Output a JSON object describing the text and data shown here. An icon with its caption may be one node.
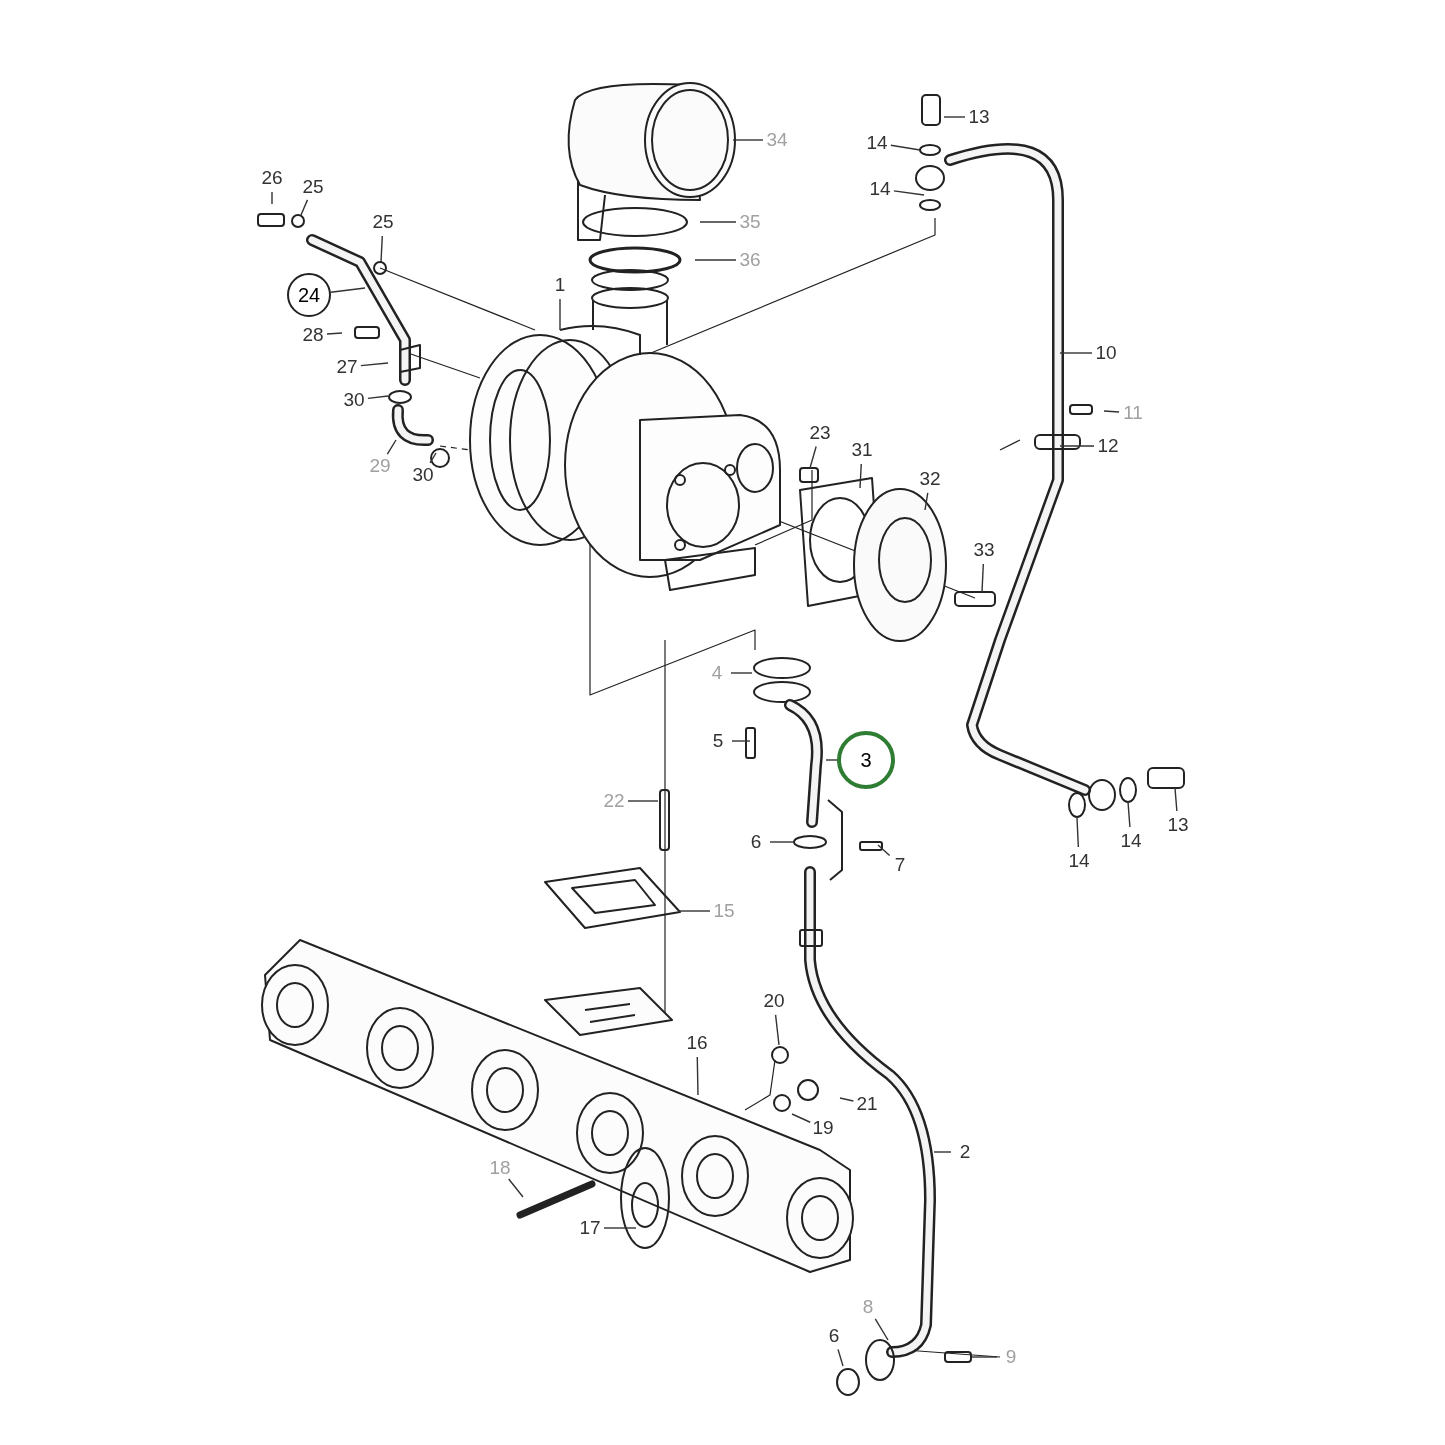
{
  "diagram": {
    "nodes": [
      {
        "text": [
          "13"
        ]
      },
      {
        "text": [
          "34"
        ]
      },
      {
        "text": [
          "14"
        ]
      },
      {
        "text": [
          "26"
        ]
      },
      {
        "text": [
          "25"
        ]
      },
      {
        "text": [
          "14"
        ]
      },
      {
        "text": [
          "25"
        ]
      },
      {
        "text": [
          "35"
        ]
      },
      {
        "text": [
          "36"
        ]
      },
      {
        "text": [
          "1"
        ]
      },
      {
        "text": [
          "24"
        ]
      },
      {
        "text": [
          "28"
        ]
      },
      {
        "text": [
          "10"
        ]
      },
      {
        "text": [
          "27"
        ]
      },
      {
        "text": [
          "30"
        ]
      },
      {
        "text": [
          "11"
        ]
      },
      {
        "text": [
          "23"
        ]
      },
      {
        "text": [
          "12"
        ]
      },
      {
        "text": [
          "31"
        ]
      },
      {
        "text": [
          "29"
        ]
      },
      {
        "text": [
          "30"
        ]
      },
      {
        "text": [
          "32"
        ]
      },
      {
        "text": [
          "33"
        ]
      },
      {
        "text": [
          "4"
        ]
      },
      {
        "text": [
          "5"
        ]
      },
      {
        "text": [
          "3"
        ]
      },
      {
        "text": [
          "22"
        ]
      },
      {
        "text": [
          "13"
        ]
      },
      {
        "text": [
          "14"
        ]
      },
      {
        "text": [
          "6"
        ]
      },
      {
        "text": [
          "14"
        ]
      },
      {
        "text": [
          "7"
        ]
      },
      {
        "text": [
          "15"
        ]
      },
      {
        "text": [
          "20"
        ]
      },
      {
        "text": [
          "16"
        ]
      },
      {
        "text": [
          "21"
        ]
      },
      {
        "text": [
          "19"
        ]
      },
      {
        "text": [
          "2"
        ]
      },
      {
        "text": [
          "18"
        ]
      },
      {
        "text": [
          "17"
        ]
      },
      {
        "text": [
          "8"
        ]
      },
      {
        "text": [
          "6"
        ]
      },
      {
        "text": [
          "9"
        ]
      }
    ],
    "edges": [
      {
        "from": 0,
        "to": null,
        "arrow": "none"
      },
      {
        "from": 1,
        "to": null,
        "arrow": "none"
      },
      {
        "from": 2,
        "to": null,
        "arrow": "none"
      },
      {
        "from": 3,
        "to": null,
        "arrow": "none"
      },
      {
        "from": 4,
        "to": null,
        "arrow": "none"
      },
      {
        "from": 5,
        "to": null,
        "arrow": "none"
      },
      {
        "from": 6,
        "to": null,
        "arrow": "none"
      },
      {
        "from": 7,
        "to": null,
        "arrow": "none"
      },
      {
        "from": 8,
        "to": null,
        "arrow": "none"
      },
      {
        "from": 9,
        "to": null,
        "arrow": "none"
      },
      {
        "from": 10,
        "to": null,
        "arrow": "none"
      },
      {
        "from": 11,
        "to": null,
        "arrow": "none"
      },
      {
        "from": 12,
        "to": null,
        "arrow": "none"
      },
      {
        "from": 13,
        "to": null,
        "arrow": "none"
      },
      {
        "from": 14,
        "to": null,
        "arrow": "none"
      },
      {
        "from": 15,
        "to": null,
        "arrow": "none"
      },
      {
        "from": 16,
        "to": null,
        "arrow": "none"
      },
      {
        "from": 17,
        "to": null,
        "arrow": "none"
      },
      {
        "from": 18,
        "to": null,
        "arrow": "none"
      },
      {
        "from": 19,
        "to": null,
        "arrow": "none"
      },
      {
        "from": 20,
        "to": null,
        "arrow": "none"
      },
      {
        "from": 21,
        "to": null,
        "arrow": "none"
      },
      {
        "from": 22,
        "to": null,
        "arrow": "none"
      },
      {
        "from": 23,
        "to": null,
        "arrow": "none"
      },
      {
        "from": 24,
        "to": null,
        "arrow": "none"
      },
      {
        "from": 25,
        "to": null,
        "arrow": "none"
      },
      {
        "from": 26,
        "to": null,
        "arrow": "none"
      },
      {
        "from": 27,
        "to": null,
        "arrow": "none"
      },
      {
        "from": 28,
        "to": null,
        "arrow": "none"
      },
      {
        "from": 29,
        "to": null,
        "arrow": "none"
      },
      {
        "from": 30,
        "to": null,
        "arrow": "none"
      },
      {
        "from": 31,
        "to": null,
        "arrow": "none"
      },
      {
        "from": 32,
        "to": null,
        "arrow": "none"
      },
      {
        "from": 33,
        "to": null,
        "arrow": "none"
      },
      {
        "from": 34,
        "to": null,
        "arrow": "none"
      },
      {
        "from": 35,
        "to": null,
        "arrow": "none"
      },
      {
        "from": 36,
        "to": null,
        "arrow": "none"
      },
      {
        "from": 37,
        "to": null,
        "arrow": "none"
      },
      {
        "from": 38,
        "to": null,
        "arrow": "none"
      },
      {
        "from": 39,
        "to": null,
        "arrow": "none"
      },
      {
        "from": 40,
        "to": null,
        "arrow": "none"
      },
      {
        "from": 41,
        "to": null,
        "arrow": "none"
      },
      {
        "from": 42,
        "to": null,
        "arrow": "none"
      }
    ]
  }
}
